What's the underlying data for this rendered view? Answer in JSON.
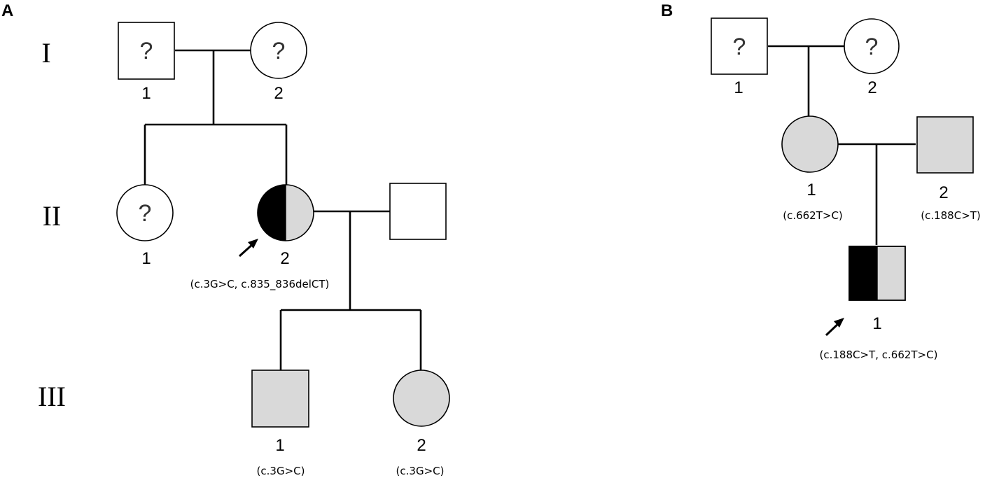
{
  "panels": {
    "A": {
      "label": "A",
      "generations": [
        "I",
        "II",
        "III"
      ],
      "I": {
        "m1": {
          "number": "1",
          "mark": "?"
        },
        "f2": {
          "number": "2",
          "mark": "?"
        }
      },
      "II": {
        "f1": {
          "number": "1",
          "mark": "?"
        },
        "f2": {
          "number": "2",
          "variant": "(c.3G>C, c.835_836delCT)"
        }
      },
      "III": {
        "m1": {
          "number": "1",
          "variant": "(c.3G>C)"
        },
        "f2": {
          "number": "2",
          "variant": "(c.3G>C)"
        }
      }
    },
    "B": {
      "label": "B",
      "I": {
        "m1": {
          "number": "1",
          "mark": "?"
        },
        "f2": {
          "number": "2",
          "mark": "?"
        }
      },
      "II": {
        "f1": {
          "number": "1",
          "variant": "(c.662T>C)"
        },
        "m2": {
          "number": "2",
          "variant": "(c.188C>T)"
        }
      },
      "III": {
        "m1": {
          "number": "1",
          "variant": "(c.188C>T, c.662T>C)"
        }
      }
    }
  },
  "colors": {
    "affected_fill": "#d9d9d9",
    "black_fill": "#000000",
    "unaffected_fill": "#ffffff"
  }
}
